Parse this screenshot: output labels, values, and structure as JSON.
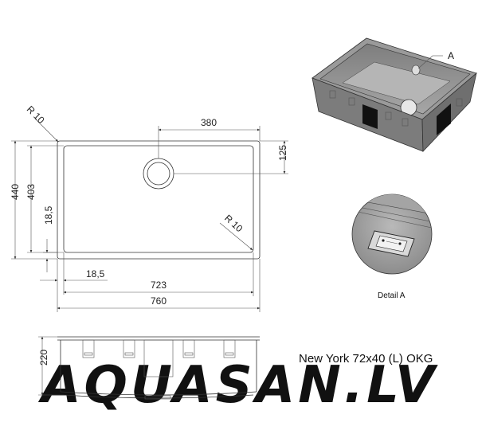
{
  "drawing": {
    "radius_top": "R 10",
    "radius_inner": "R 10",
    "drain_offset_x": "380",
    "drain_offset_y": "125",
    "outer_height": "440",
    "inner_height": "403",
    "flange_vertical": "18,5",
    "flange_horizontal": "18,5",
    "inner_width": "723",
    "outer_width": "760",
    "depth": "220",
    "callout_letter": "A",
    "detail_label": "Detail A",
    "product_name": "New York 72x40 (L) OKG",
    "watermark": "AQUASAN.LV"
  },
  "colors": {
    "line": "#333333",
    "sink_shade": "#8a8a8a",
    "watermark": "#dfe6f0"
  }
}
